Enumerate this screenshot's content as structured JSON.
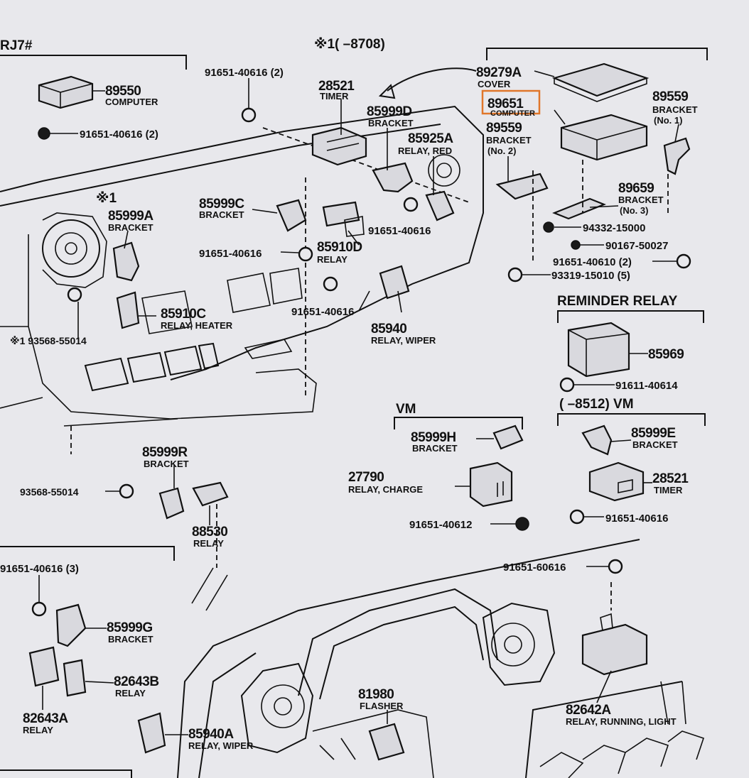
{
  "headers": {
    "top_left": "RJ7#",
    "top_center": "※1(     –8708)",
    "reminder": "REMINDER RELAY",
    "vm_left": "VM",
    "vm_right": "(     –8512) VM",
    "marker_1": "※1"
  },
  "highlight_color": "#e0762a",
  "parts": {
    "p89550": {
      "num": "89550",
      "cap": "COMPUTER"
    },
    "bolt_9165140616_2a": "91651-40616 (2)",
    "bolt_9165140616_2b": "91651-40616 (2)",
    "p28521a": {
      "num": "28521",
      "cap": "TIMER"
    },
    "p89279A": {
      "num": "89279A",
      "cap": "COVER"
    },
    "p89651": {
      "num": "89651",
      "cap": "COMPUTER"
    },
    "p89559_1": {
      "num": "89559",
      "cap": "BRACKET",
      "cap2": "(No. 1)"
    },
    "p85999D": {
      "num": "85999D",
      "cap": "BRACKET"
    },
    "p85925A": {
      "num": "85925A",
      "cap": "RELAY, RED"
    },
    "p89559_2": {
      "num": "89559",
      "cap": "BRACKET",
      "cap2": "(No. 2)"
    },
    "p85999A": {
      "num": "85999A",
      "cap": "BRACKET"
    },
    "p85999C": {
      "num": "85999C",
      "cap": "BRACKET"
    },
    "bolt_9165140616_a": "91651-40616",
    "bolt_9165140616_b": "91651-40616",
    "p85910D": {
      "num": "85910D",
      "cap": "RELAY"
    },
    "p89659": {
      "num": "89659",
      "cap": "BRACKET",
      "cap2": "(No. 3)"
    },
    "bolt_9433215000": "94332-15000",
    "bolt_9016750027": "90167-50027",
    "bolt_9165140610": "91651-40610 (2)",
    "bolt_9331915010": "93319-15010 (5)",
    "p85910C": {
      "num": "85910C",
      "cap": "RELAY, HEATER"
    },
    "bolt_9165140616_c": "91651-40616",
    "bolt_9356855014a": "※1 93568-55014",
    "p85940": {
      "num": "85940",
      "cap": "RELAY, WIPER"
    },
    "p85969": "85969",
    "bolt_9161140614": "91611-40614",
    "p85999H": {
      "num": "85999H",
      "cap": "BRACKET"
    },
    "p85999E": {
      "num": "85999E",
      "cap": "BRACKET"
    },
    "p27790": {
      "num": "27790",
      "cap": "RELAY, CHARGE"
    },
    "p28521b": {
      "num": "28521",
      "cap": "TIMER"
    },
    "bolt_9165140612": "91651-40612",
    "bolt_9165140616_d": "91651-40616",
    "p85999R": {
      "num": "85999R",
      "cap": "BRACKET"
    },
    "bolt_9356855014b": "93568-55014",
    "p88530": {
      "num": "88530",
      "cap": "RELAY"
    },
    "bolt_9165140616_3": "91651-40616 (3)",
    "bolt_9165160616": "91651-60616",
    "p85999G": {
      "num": "85999G",
      "cap": "BRACKET"
    },
    "p82643B": {
      "num": "82643B",
      "cap": "RELAY"
    },
    "p82643A": {
      "num": "82643A",
      "cap": "RELAY"
    },
    "p81980": {
      "num": "81980",
      "cap": "FLASHER"
    },
    "p82642A": {
      "num": "82642A",
      "cap": "RELAY, RUNNING, LIGHT"
    },
    "p85940A": {
      "num": "85940A",
      "cap": "RELAY, WIPER"
    }
  }
}
